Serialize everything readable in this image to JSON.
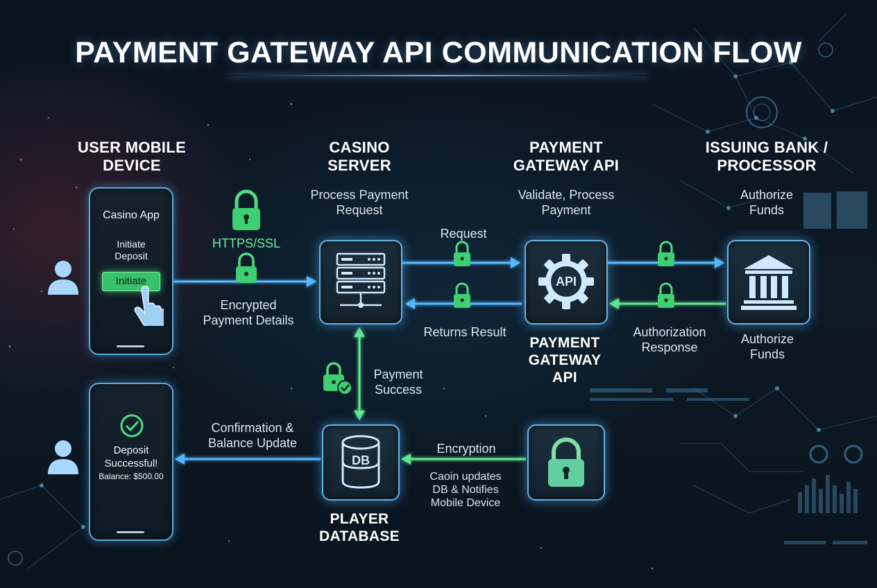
{
  "title": "PAYMENT GATEWAY API COMMUNICATION FLOW",
  "columns": {
    "user": {
      "header": [
        "USER MOBILE",
        "DEVICE"
      ]
    },
    "casino": {
      "header": [
        "CASINO",
        "SERVER"
      ],
      "subtitle": [
        "Process Payment",
        "Request"
      ]
    },
    "gateway": {
      "header": [
        "PAYMENT",
        "GATEWAY API"
      ],
      "subtitle": [
        "Validate, Process",
        "Payment"
      ]
    },
    "bank": {
      "header": [
        "ISSUING BANK /",
        "PROCESSOR"
      ],
      "subtitle": [
        "Authorize",
        "Funds"
      ]
    }
  },
  "phone_top": {
    "app_name": "Casino App",
    "prompt": [
      "Initiate",
      "Deposit"
    ],
    "button_label": "Initiate"
  },
  "phone_bottom": {
    "message": [
      "Deposit",
      "Successful!"
    ],
    "balance": "Balance: $500.00"
  },
  "labels": {
    "https": "HTTPS/SSL",
    "encrypted": [
      "Encrypted",
      "Payment Details"
    ],
    "request": "Request",
    "returns_result": "Returns Result",
    "gateway_below": [
      "PAYMENT",
      "GATEWAY",
      "API"
    ],
    "auth_response": [
      "Authorization",
      "Response"
    ],
    "authorize_funds_below": [
      "Authorize",
      "Funds"
    ],
    "payment_success": [
      "Payment",
      "Success"
    ],
    "confirmation": [
      "Confirmation &",
      "Balance Update"
    ],
    "encryption": "Encryption",
    "casino_updates": [
      "Caoin updates",
      "DB & Notifies",
      "Mobile Device"
    ],
    "player_db": [
      "PLAYER",
      "DATABASE"
    ],
    "api_badge": "API",
    "db_badge": "DB"
  },
  "colors": {
    "blue_flow": "#56b8ff",
    "green_flow": "#5ee88c",
    "node_border": "#63b4ea",
    "https_text": "#6ff09a"
  }
}
